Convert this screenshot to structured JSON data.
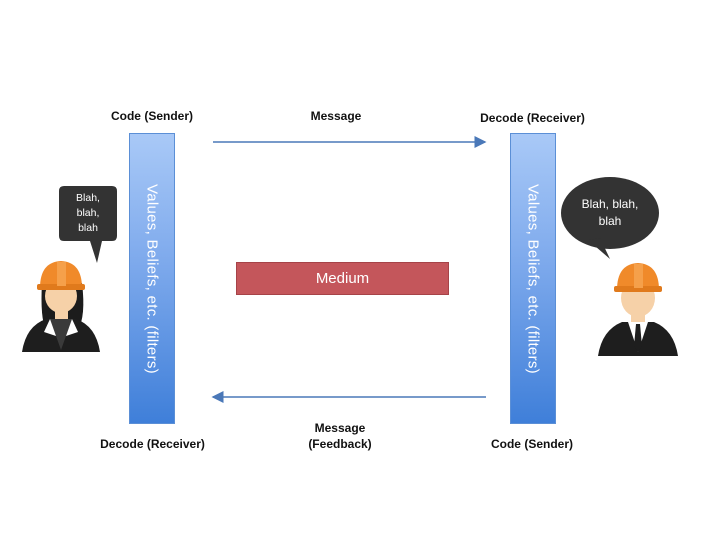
{
  "labels": {
    "code_sender_top": "Code (Sender)",
    "message_top": "Message",
    "decode_receiver_top": "Decode (Receiver)",
    "decode_receiver_bottom": "Decode (Receiver)",
    "message_feedback_line1": "Message",
    "message_feedback_line2": "(Feedback)",
    "code_sender_bottom": "Code (Sender)"
  },
  "filters": {
    "left": "Values, Beliefs, etc. (filters)",
    "right": "Values, Beliefs, etc. (filters)"
  },
  "medium": {
    "label": "Medium"
  },
  "bubbles": {
    "left": [
      "Blah,",
      "blah,",
      "blah"
    ],
    "right": [
      "Blah, blah,",
      "blah"
    ]
  },
  "colors": {
    "filter_top": "#a9c9f7",
    "filter_bottom": "#3f7fd9",
    "medium": "#c4565b",
    "arrow": "#4a78b8",
    "bubble": "#333333",
    "helmet": "#f08a2a",
    "skin": "#f6d1a8",
    "suit": "#1e1e1e"
  },
  "icons": {
    "left_person": "female-worker-hardhat-icon",
    "right_person": "male-worker-hardhat-icon"
  }
}
